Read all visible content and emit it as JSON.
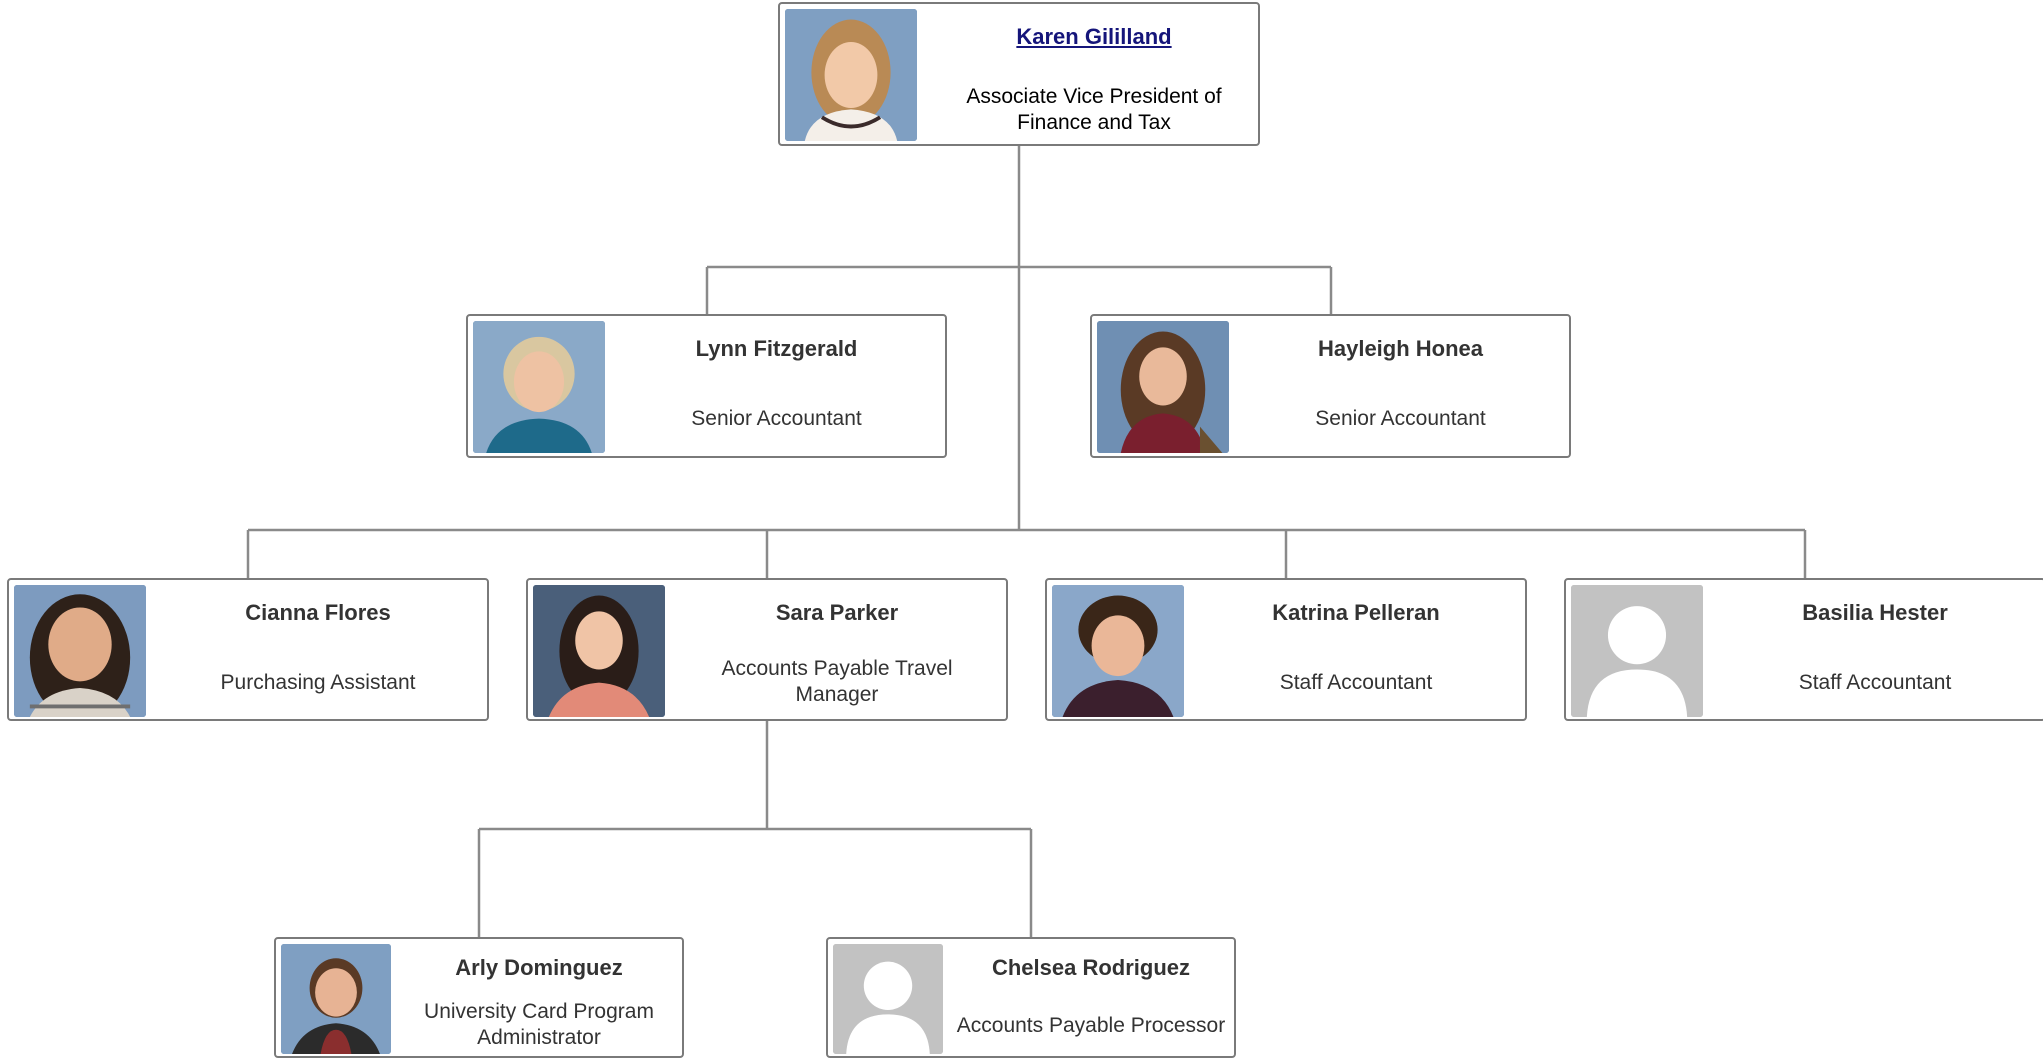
{
  "org_chart": {
    "root": {
      "name": "Karen Gililland",
      "title": "Associate Vice President of Finance and Tax",
      "photo": "portrait-blonde"
    },
    "seniors": [
      {
        "name": "Lynn Fitzgerald",
        "title": "Senior Accountant",
        "photo": "portrait-short-blonde"
      },
      {
        "name": "Hayleigh Honea",
        "title": "Senior Accountant",
        "photo": "portrait-long-brown"
      }
    ],
    "staff": [
      {
        "name": "Cianna Flores",
        "title": "Purchasing Assistant",
        "photo": "portrait-dark-hair"
      },
      {
        "name": "Sara Parker",
        "title": "Accounts Payable Travel Manager",
        "photo": "portrait-dark-hair"
      },
      {
        "name": "Katrina Pelleran",
        "title": "Staff Accountant",
        "photo": "portrait-curly"
      },
      {
        "name": "Basilia Hester",
        "title": "Staff Accountant",
        "photo": "placeholder-avatar-icon"
      }
    ],
    "reports_of_sara": [
      {
        "name": "Arly Dominguez",
        "title": "University Card Program Administrator",
        "photo": "portrait-brown"
      },
      {
        "name": "Chelsea Rodriguez",
        "title": "Accounts Payable Processor",
        "photo": "placeholder-avatar-icon"
      }
    ]
  },
  "colors": {
    "connector": "#8a8a8a",
    "card_border": "#7a7a7a",
    "link": "#15157a",
    "placeholder_bg": "#c2c2c2"
  }
}
